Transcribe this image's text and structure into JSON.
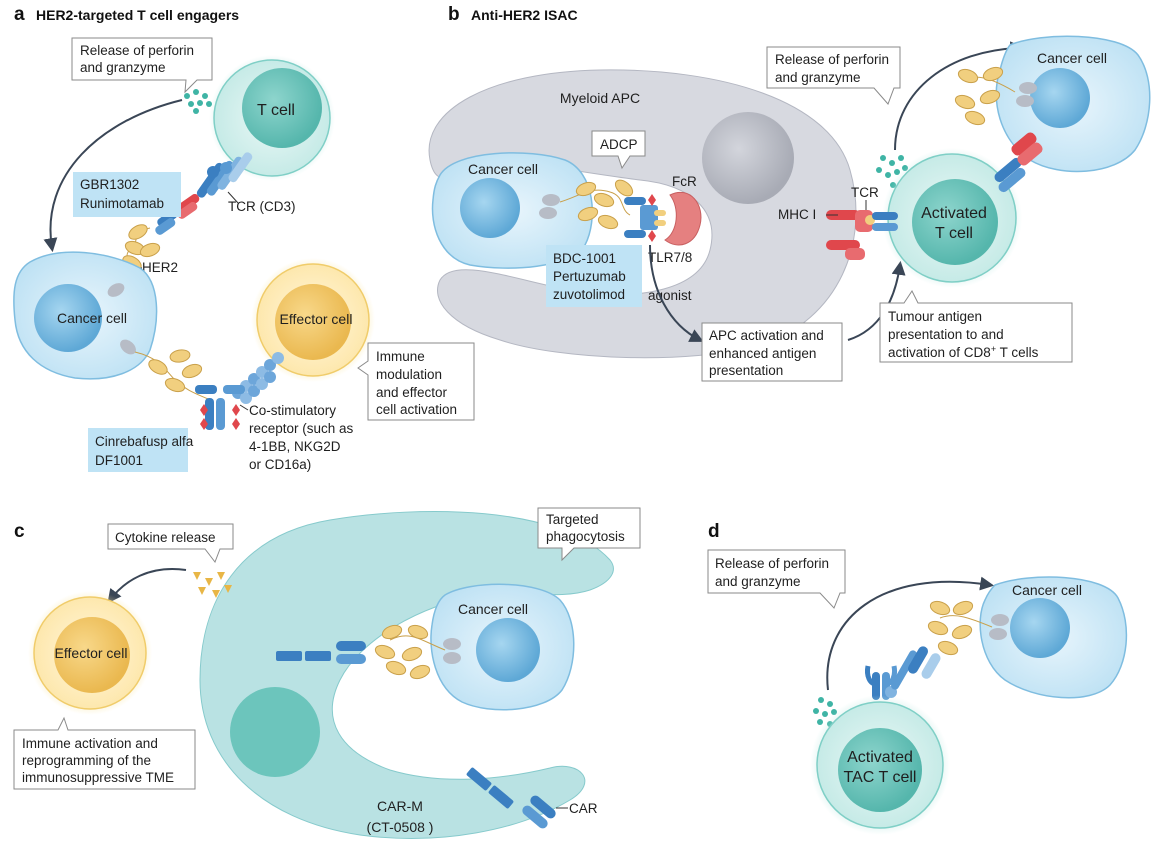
{
  "panels": {
    "a": {
      "letter": "a",
      "title": "HER2-targeted T cell engagers"
    },
    "b": {
      "letter": "b",
      "title": "Anti-HER2 ISAC"
    },
    "c": {
      "letter": "c"
    },
    "d": {
      "letter": "d"
    }
  },
  "a": {
    "release_line1": "Release of perforin",
    "release_line2": "and granzyme",
    "t_cell": "T cell",
    "drug_line1": "GBR1302",
    "drug_line2": "Runimotamab",
    "tcr": "TCR (CD3)",
    "her2": "HER2",
    "cancer_cell": "Cancer cell",
    "effector_cell": "Effector cell",
    "immune_line1": "Immune",
    "immune_line2": "modulation",
    "immune_line3": "and effector",
    "immune_line4": "cell activation",
    "costim_line1": "Co-stimulatory",
    "costim_line2": "receptor (such as",
    "costim_line3": "4-1BB, NKG2D",
    "costim_line4": "or CD16a)",
    "drug2_line1": "Cinrebafusp alfa",
    "drug2_line2": "DF1001"
  },
  "b": {
    "myeloid_apc": "Myeloid APC",
    "adcp": "ADCP",
    "cancer_cell": "Cancer cell",
    "fcr": "FcR",
    "drug_line1": "BDC-1001",
    "drug_line2": "Pertuzumab",
    "drug_line3": "zuvotolimod",
    "tlr_line1": "TLR7/8",
    "tlr_line2": "agonist",
    "apc_line1": "APC activation and",
    "apc_line2": "enhanced antigen",
    "apc_line3": "presentation",
    "release_line1": "Release of perforin",
    "release_line2": "and granzyme",
    "cancer_cell2": "Cancer cell",
    "tcr": "TCR",
    "mhc": "MHC I",
    "activated_line1": "Activated",
    "activated_line2": "T cell",
    "tumour_line1": "Tumour antigen",
    "tumour_line2": "presentation to and",
    "tumour_line3": "activation of CD8",
    "tumour_sup": "+",
    "tumour_line3b": " T cells"
  },
  "c": {
    "cytokine": "Cytokine release",
    "targeted_line1": "Targeted",
    "targeted_line2": "phagocytosis",
    "effector_cell": "Effector cell",
    "cancer_cell": "Cancer cell",
    "immune_line1": "Immune activation and",
    "immune_line2": "reprogramming of the",
    "immune_line3": "immunosuppressive TME",
    "carm_line1": "CAR-M",
    "carm_line2": "(CT-0508 )",
    "car": "CAR"
  },
  "d": {
    "release_line1": "Release of perforin",
    "release_line2": "and granzyme",
    "cancer_cell": "Cancer cell",
    "activated_line1": "Activated",
    "activated_line2": "TAC T cell"
  },
  "colors": {
    "cancer_outer": "#cde9f6",
    "cancer_nucleus": "#7fc0e4",
    "tcell_outer": "#d3efec",
    "tcell_nucleus": "#6cc5bc",
    "effector_outer": "#fde9b2",
    "effector_nucleus": "#f4c96a",
    "apc": "#d7d9e0",
    "carm": "#b9e2e3",
    "drug_box": "#bfe3f5",
    "her2": "#f1cf7f",
    "antibody_blue": "#3b7fc1",
    "antibody_red": "#e0474c"
  }
}
